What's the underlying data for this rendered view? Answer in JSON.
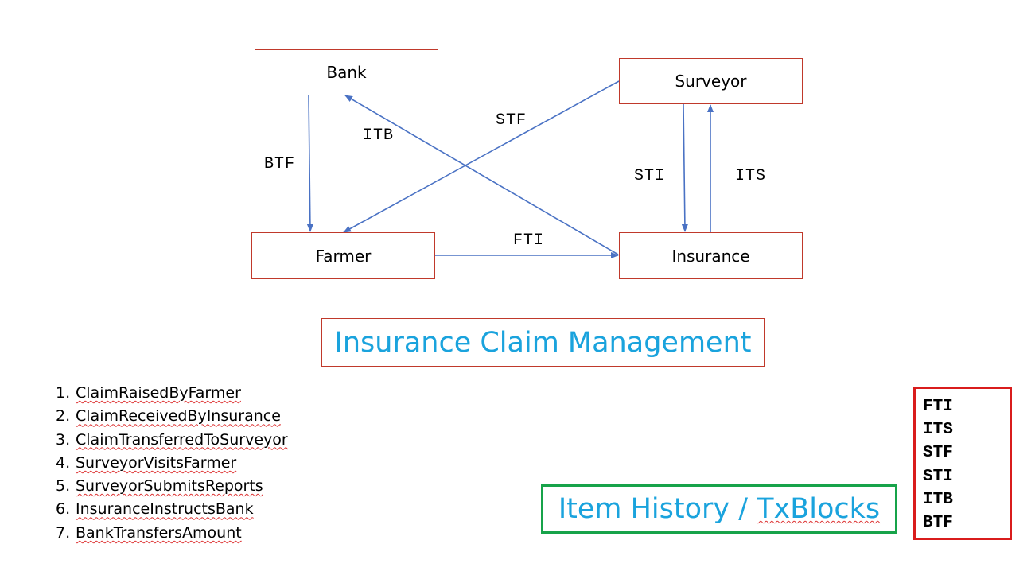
{
  "diagram": {
    "nodes": {
      "bank": "Bank",
      "surveyor": "Surveyor",
      "farmer": "Farmer",
      "insurance": "Insurance"
    },
    "edges": {
      "btf": "BTF",
      "itb": "ITB",
      "stf": "STF",
      "sti": "STI",
      "its": "ITS",
      "fti": "FTI"
    },
    "edge_color": "#4a72c4",
    "node_border_color": "#c0392b"
  },
  "title": "Insurance Claim Management",
  "steps": [
    {
      "num": "1.",
      "text": "ClaimRaisedByFarmer"
    },
    {
      "num": "2.",
      "text": "ClaimReceivedByInsurance"
    },
    {
      "num": "3.",
      "text": "ClaimTransferredToSurveyor"
    },
    {
      "num": "4.",
      "text": "SurveyorVisitsFarmer"
    },
    {
      "num": "5.",
      "text": "SurveyorSubmitsReports"
    },
    {
      "num": "6.",
      "text": "InsuranceInstructsBank"
    },
    {
      "num": "7.",
      "text": "BankTransfersAmount"
    }
  ],
  "history": {
    "prefix": "Item History / ",
    "suffix": "TxBlocks"
  },
  "codes": [
    "FTI",
    "ITS",
    "STF",
    "STI",
    "ITB",
    "BTF"
  ],
  "colors": {
    "title_text": "#1aa3dd",
    "history_border": "#17a34a",
    "codes_border": "#d91c1c"
  }
}
